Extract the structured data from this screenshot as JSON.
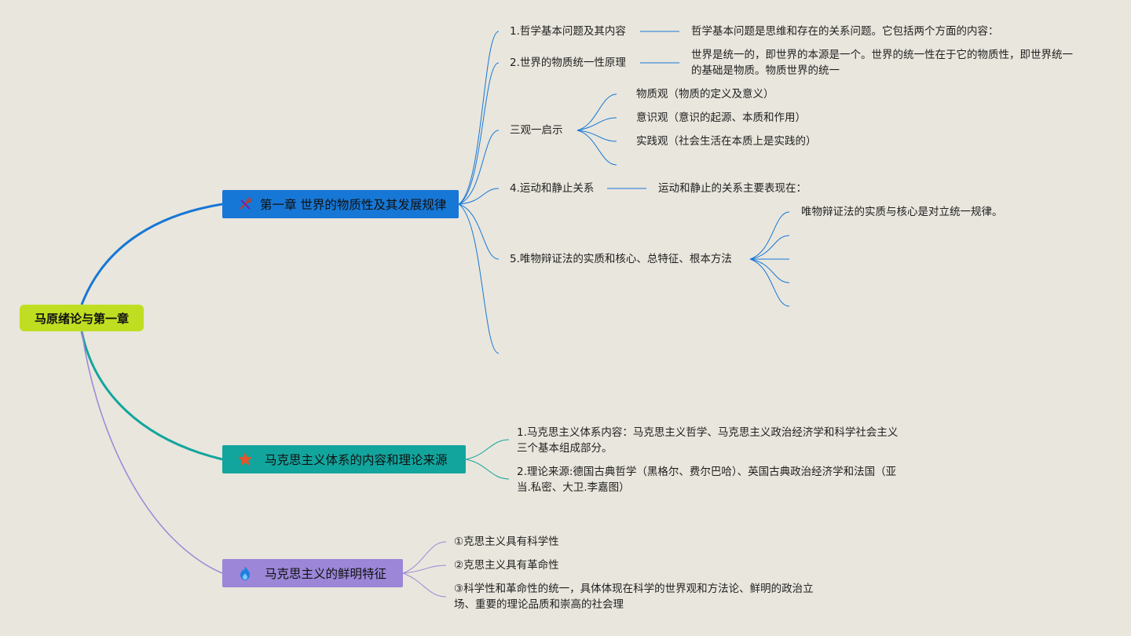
{
  "root": {
    "label": "马原绪论与第一章"
  },
  "colors": {
    "background": "#e9e6dd",
    "root": "#bfde22",
    "topic1": "#1677d6",
    "topic2": "#12a59e",
    "topic3": "#9b86d8"
  },
  "topic1": {
    "label": "第一章 世界的物质性及其发展规律",
    "icon": "tools-icon",
    "items": [
      {
        "label": "1.哲学基本问题及其内容",
        "note": "哲学基本问题是思维和存在的关系问题。它包括两个方面的内容："
      },
      {
        "label": "2.世界的物质统一性原理",
        "note": "世界是统一的，即世界的本源是一个。世界的统一性在于它的物质性，即世界统一的基础是物质。物质世界的统一"
      },
      {
        "label": "三观一启示",
        "children": [
          "物质观（物质的定义及意义）",
          "意识观（意识的起源、本质和作用）",
          "实践观（社会生活在本质上是实践的）"
        ]
      },
      {
        "label": "4.运动和静止关系",
        "note": "运动和静止的关系主要表现在："
      },
      {
        "label": "5.唯物辩证法的实质和核心、总特征、根本方法",
        "children": [
          "唯物辩证法的实质与核心是对立统一规律。"
        ]
      }
    ]
  },
  "topic2": {
    "label": "马克思主义体系的内容和理论来源",
    "icon": "star-icon",
    "items": [
      "1.马克思主义体系内容：马克思主义哲学、马克思主义政治经济学和科学社会主义三个基本组成部分。",
      "2.理论来源:德国古典哲学（黑格尔、费尔巴哈）、英国古典政治经济学和法国（亚当.私密、大卫.李嘉图）"
    ]
  },
  "topic3": {
    "label": "马克思主义的鲜明特征",
    "icon": "fire-icon",
    "items": [
      "①克思主义具有科学性",
      "②克思主义具有革命性",
      "③科学性和革命性的统一，具体体现在科学的世界观和方法论、鲜明的政治立场、重要的理论品质和崇高的社会理"
    ]
  }
}
